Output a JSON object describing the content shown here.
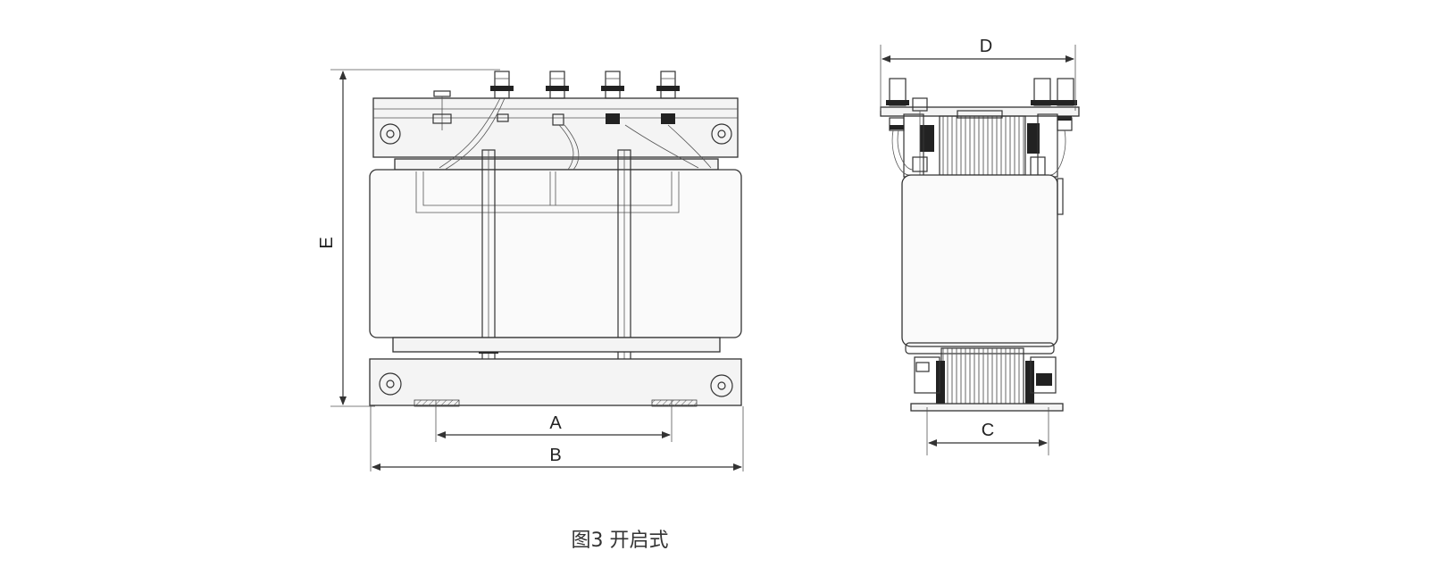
{
  "caption": "图3 开启式",
  "dimensions": {
    "A": "A",
    "B": "B",
    "C": "C",
    "D": "D",
    "E": "E"
  }
}
